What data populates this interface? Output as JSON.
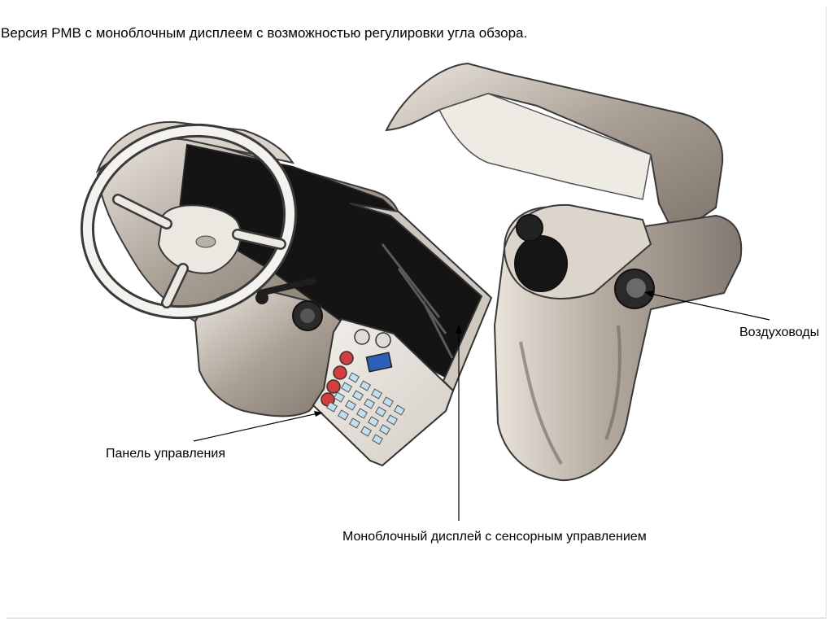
{
  "title": "Версия РМВ с моноблочным дисплеем с возможностью регулировки угла обзора.",
  "labels": {
    "control_panel": "Панель управления",
    "monoblock_display": "Моноблочный дисплей с сенсорным управлением",
    "air_vents": "Воздуховоды"
  },
  "colors": {
    "body_dark": "#8b8177",
    "body_mid": "#a99f94",
    "body_light": "#d9d2c8",
    "screen": "#141414",
    "button_red": "#d63c3c",
    "key_blue": "#bfe0ef",
    "display_blue": "#2c5fb8",
    "outline": "#333333"
  }
}
